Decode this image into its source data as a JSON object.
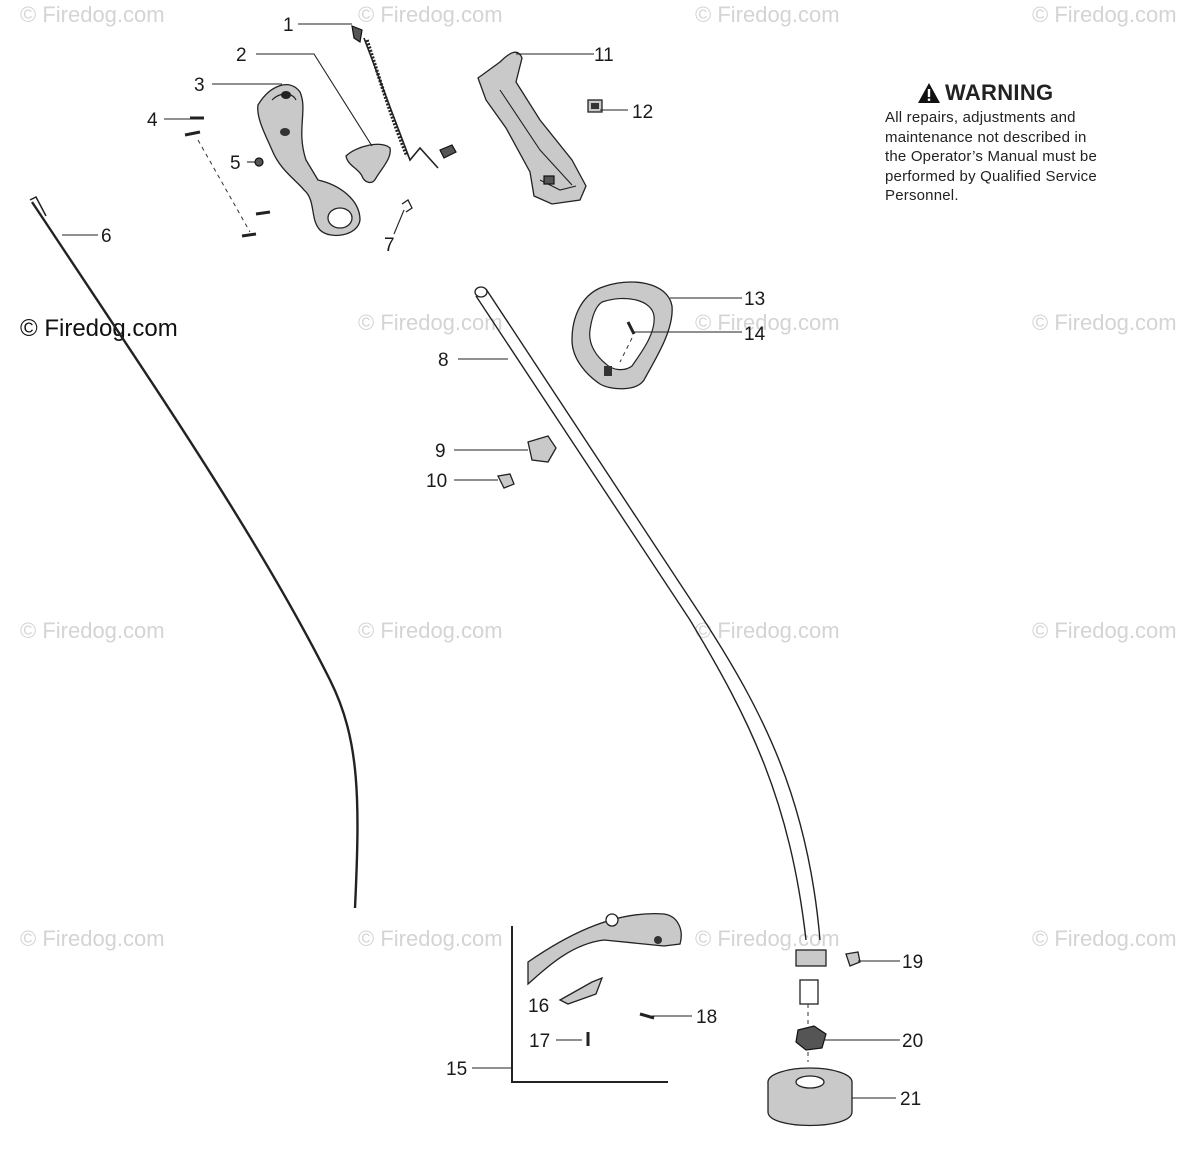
{
  "watermarks": {
    "text": "© Firedog.com",
    "main_text": "© Firedog.com"
  },
  "warning": {
    "title": "WARNING",
    "lines": [
      "All repairs, adjustments and",
      "maintenance not described in",
      "the Operator’s Manual must be",
      "performed by Qualified Service",
      "Personnel."
    ]
  },
  "callouts": {
    "c1": "1",
    "c2": "2",
    "c3": "3",
    "c4": "4",
    "c5": "5",
    "c6": "6",
    "c7": "7",
    "c8": "8",
    "c9": "9",
    "c10": "10",
    "c11": "11",
    "c12": "12",
    "c13": "13",
    "c14": "14",
    "c15": "15",
    "c16": "16",
    "c17": "17",
    "c18": "18",
    "c19": "19",
    "c20": "20",
    "c21": "21"
  }
}
